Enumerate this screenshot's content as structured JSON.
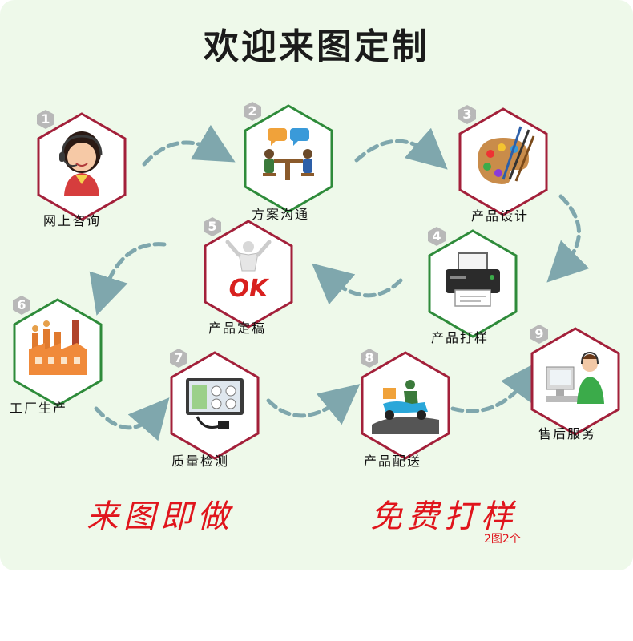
{
  "title": "欢迎来图定制",
  "steps": [
    {
      "num": "1",
      "label": "网上咨询",
      "border": "#a3203a"
    },
    {
      "num": "2",
      "label": "方案沟通",
      "border": "#2e8b3a"
    },
    {
      "num": "3",
      "label": "产品设计",
      "border": "#a3203a"
    },
    {
      "num": "4",
      "label": "产品打样",
      "border": "#2e8b3a"
    },
    {
      "num": "5",
      "label": "产品定稿",
      "border": "#a3203a"
    },
    {
      "num": "6",
      "label": "工厂生产",
      "border": "#2e8b3a"
    },
    {
      "num": "7",
      "label": "质量检测",
      "border": "#a3203a"
    },
    {
      "num": "8",
      "label": "产品配送",
      "border": "#a3203a"
    },
    {
      "num": "9",
      "label": "售后服务",
      "border": "#a3203a"
    }
  ],
  "promos": {
    "left": "来图即做",
    "right": "免费打样",
    "note": "2图2个"
  },
  "colors": {
    "panel": "#eef9ea",
    "arrow": "#7fa7ad",
    "badge": "#b8b8b8",
    "promo": "#e0151c"
  }
}
